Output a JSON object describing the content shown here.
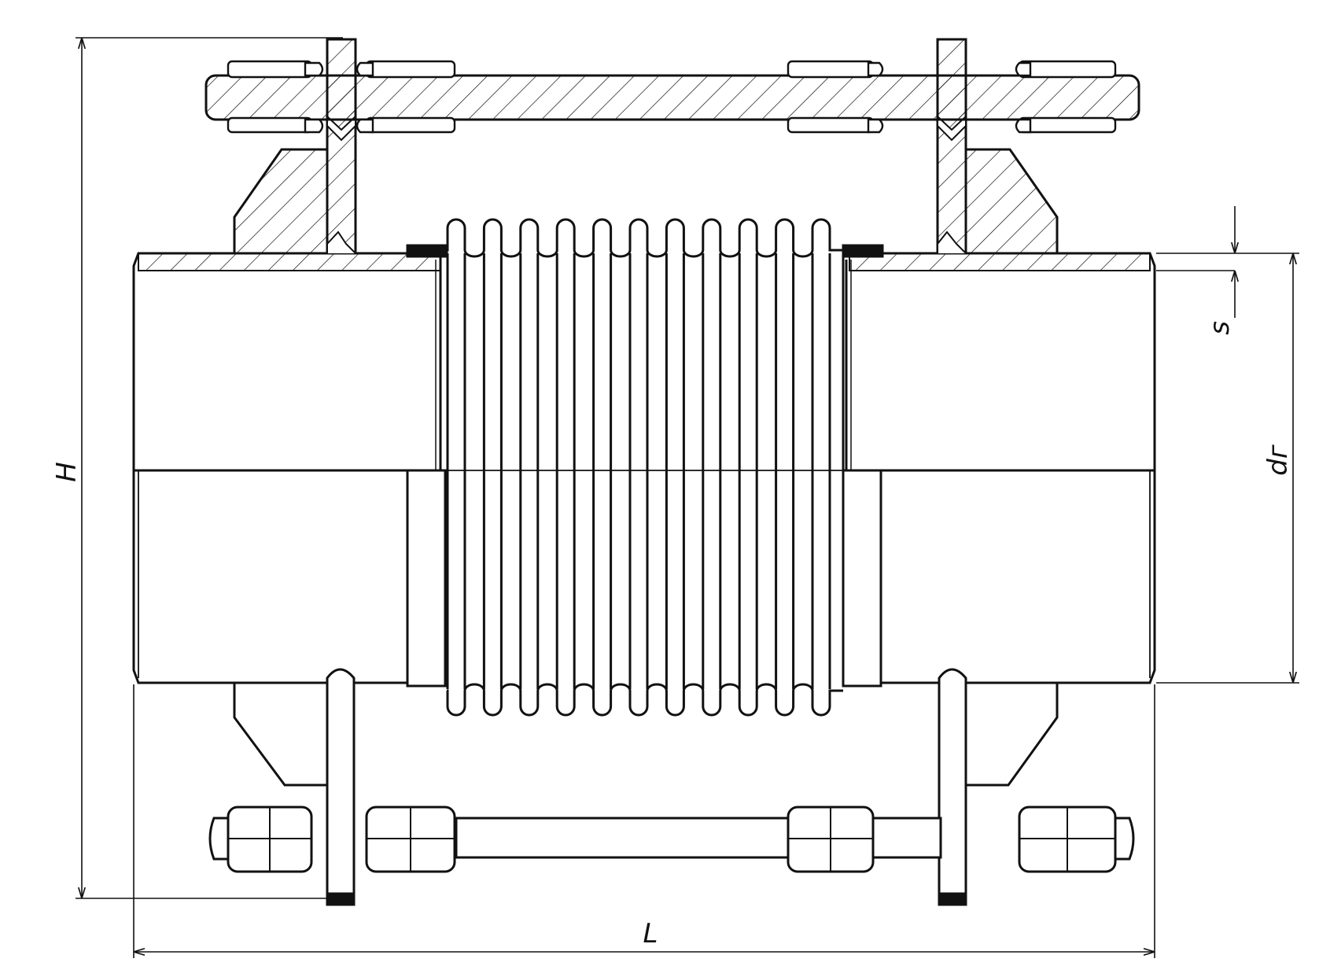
{
  "drawing": {
    "dimension_labels": {
      "height": "H",
      "length": "L",
      "wall_thickness": "s",
      "diameter": "dг"
    },
    "colors": {
      "line": "#111111",
      "background": "#ffffff"
    }
  }
}
